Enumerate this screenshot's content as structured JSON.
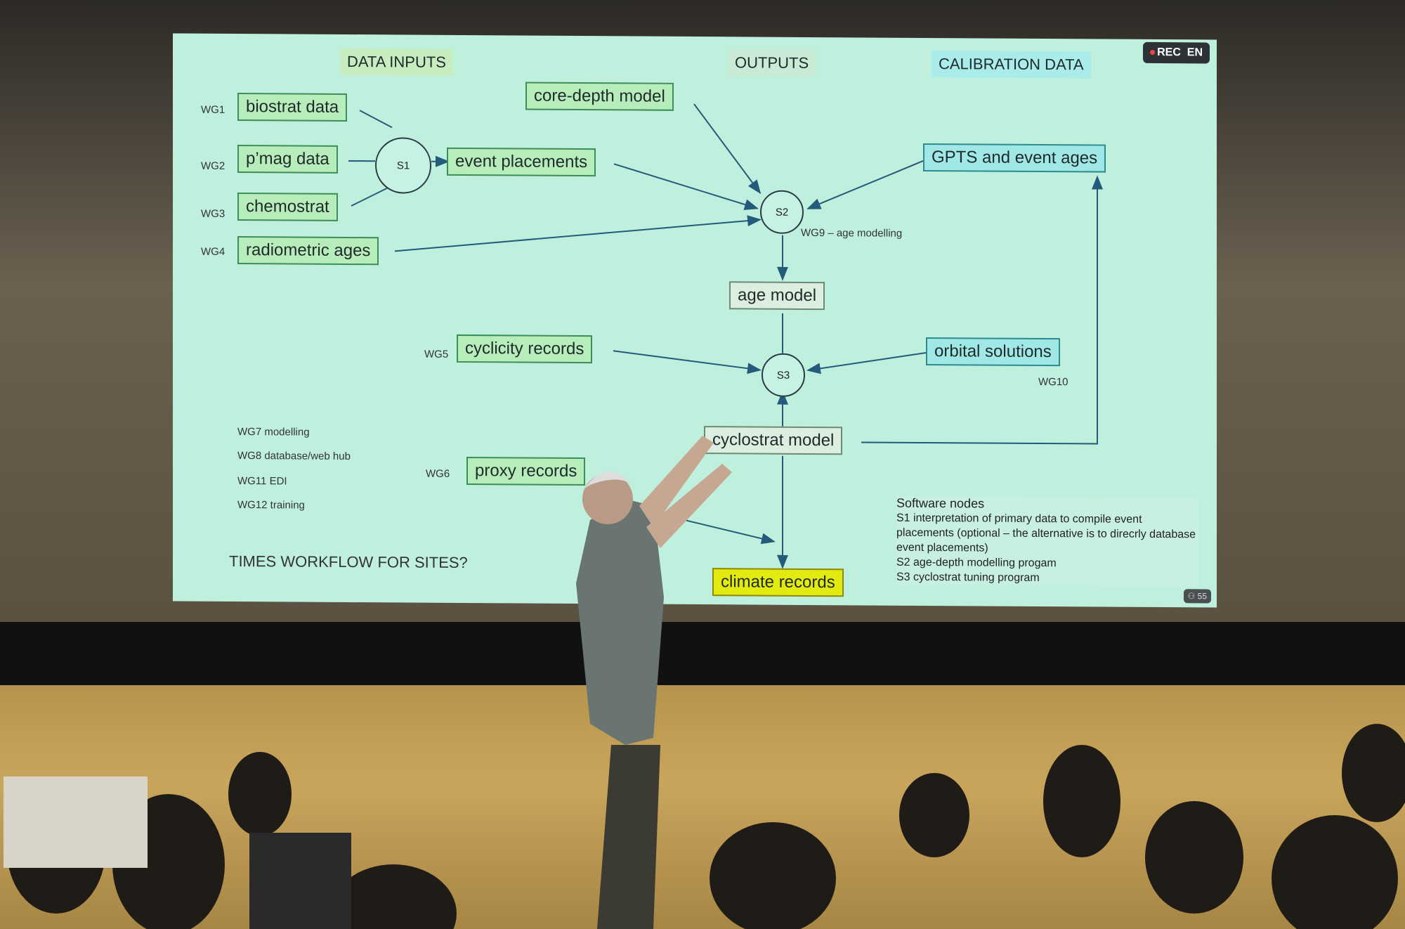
{
  "slide": {
    "headers": {
      "inputs": "DATA INPUTS",
      "outputs": "OUTPUTS",
      "calibration": "CALIBRATION DATA"
    },
    "badge": {
      "rec": "REC",
      "lang": "EN"
    },
    "nodes": {
      "biostrat": "biostrat data",
      "pmag": "p’mag data",
      "chemostrat": "chemostrat",
      "radiometric": "radiometric ages",
      "core_depth": "core-depth model",
      "event_placements": "event placements",
      "gpts": "GPTS and event ages",
      "age_model": "age model",
      "cyclicity": "cyclicity records",
      "orbital": "orbital solutions",
      "cyclostrat_model": "cyclostrat model",
      "proxy": "proxy records",
      "climate": "climate records"
    },
    "software": {
      "s1": "S1",
      "s2": "S2",
      "s3": "S3"
    },
    "wg_labels": {
      "wg1": "WG1",
      "wg2": "WG2",
      "wg3": "WG3",
      "wg4": "WG4",
      "wg5": "WG5",
      "wg6": "WG6",
      "wg9": "WG9 – age modelling",
      "wg10": "WG10"
    },
    "wg_list": [
      "WG7 modelling",
      "WG8 database/web hub",
      "WG11 EDI",
      "WG12 training"
    ],
    "footer_title": "TIMES WORKFLOW FOR SITES?",
    "notes": {
      "heading": "Software nodes",
      "s1": "S1 interpretation of primary data to compile event placements (optional – the alternative is to direcrly database event placements)",
      "s2": "S2 age-depth modelling progam",
      "s3": "S3 cyclostrat tuning program"
    },
    "page_indicator": "55",
    "colors": {
      "data_input": "#b7ecbb",
      "calibration": "#9fe8e6",
      "output": "#dbeee0",
      "highlight": "#e2ea10"
    }
  }
}
